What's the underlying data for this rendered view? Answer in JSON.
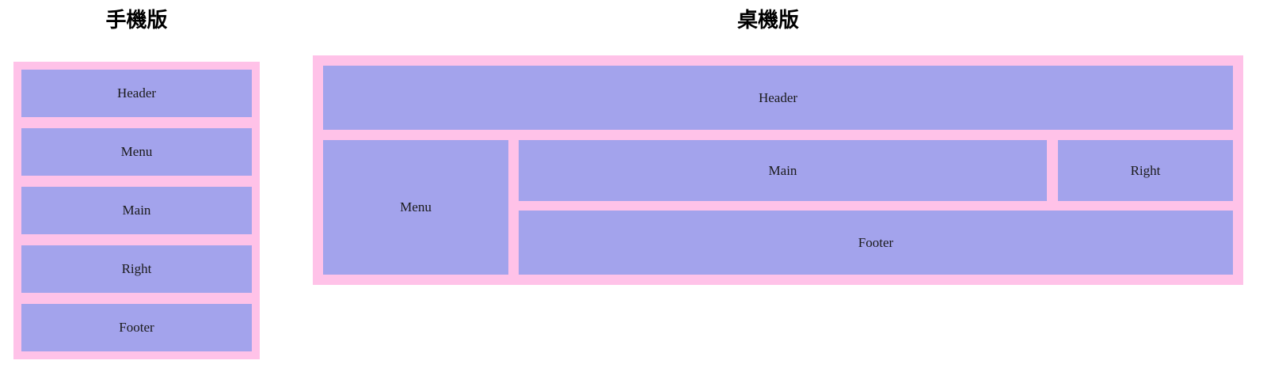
{
  "page": {
    "background_color": "#ffffff",
    "frame_color": "#ffc2e8",
    "block_color": "#a3a3ec",
    "text_color": "#1a1a1a"
  },
  "mobile": {
    "title": "手機版",
    "blocks": [
      {
        "label": "Header"
      },
      {
        "label": "Menu"
      },
      {
        "label": "Main"
      },
      {
        "label": "Right"
      },
      {
        "label": "Footer"
      }
    ]
  },
  "desktop": {
    "title": "桌機版",
    "header": {
      "label": "Header"
    },
    "menu": {
      "label": "Menu"
    },
    "main": {
      "label": "Main"
    },
    "right": {
      "label": "Right"
    },
    "footer": {
      "label": "Footer"
    }
  }
}
